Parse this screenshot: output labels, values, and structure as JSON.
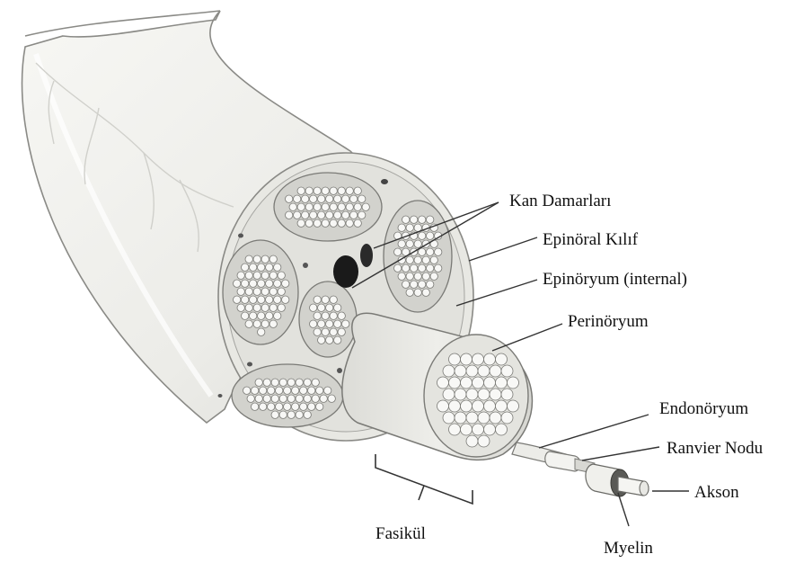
{
  "labels": {
    "kan_damarlari": "Kan Damarları",
    "epinoral_kilif": "Epinöral Kılıf",
    "epinoryum_internal": "Epinöryum (internal)",
    "perinoryum": "Perinöryum",
    "endonoryum": "Endonöryum",
    "ranvier_nodu": "Ranvier Nodu",
    "akson": "Akson",
    "fasikul": "Fasikül",
    "myelin": "Myelin"
  },
  "colors": {
    "outer_sheath": "#eeeeea",
    "sheath_shade": "#d9d9d4",
    "cross_section": "#e6e6e1",
    "fascicle_fill": "#d2d2cd",
    "fiber_fill": "#f7f7f5",
    "outline": "#7a7a76",
    "vessel": "#1a1a1a",
    "leader": "#333333"
  }
}
